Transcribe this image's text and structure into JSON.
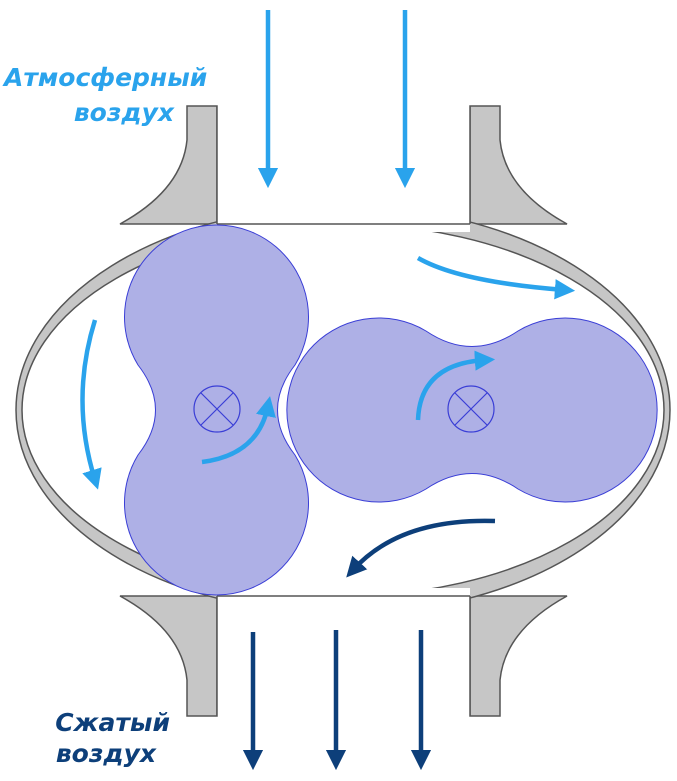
{
  "labels": {
    "intake_line1": "Атмосферный",
    "intake_line2": "воздух",
    "outlet_line1": "Сжатый",
    "outlet_line2": "воздух"
  },
  "colors": {
    "intake_arrow": "#2aa3ec",
    "outlet_arrow": "#0d3f7a",
    "lobe_fill": "#aeb0e6",
    "lobe_stroke": "#3a3ed6",
    "housing_fill": "#c6c6c6",
    "outline": "#555555",
    "intake_text": "#2aa3ec",
    "outlet_text": "#0d3f7a"
  },
  "icons": [
    "shaft-axis-icon",
    "flow-arrow-icon"
  ]
}
